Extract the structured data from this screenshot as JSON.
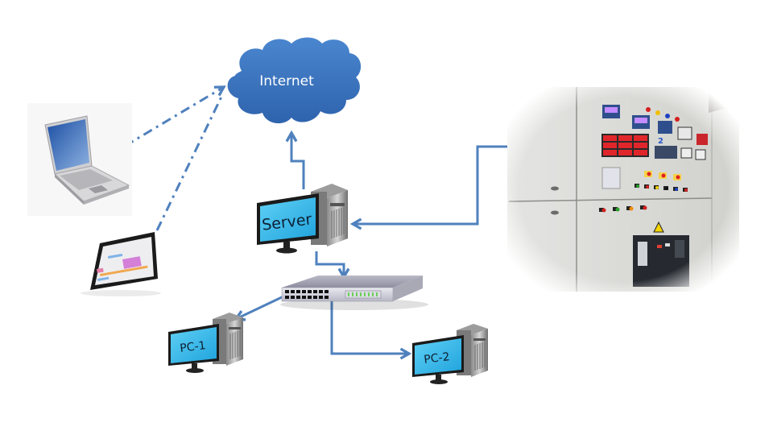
{
  "diagram": {
    "title": "Network monitoring topology",
    "accent_color": "#4f81bd",
    "cloud_color": "#3a74c2",
    "screen_color": "#29b6ea",
    "nodes": {
      "internet": {
        "label": "Internet",
        "type": "cloud-icon"
      },
      "server": {
        "label": "Server",
        "type": "server-computer-icon"
      },
      "switch": {
        "label": "",
        "type": "network-switch-icon"
      },
      "pc1": {
        "label": "PC-1",
        "type": "desktop-computer-icon"
      },
      "pc2": {
        "label": "PC-2",
        "type": "desktop-computer-icon"
      },
      "laptop": {
        "label": "",
        "type": "laptop-icon"
      },
      "tablet": {
        "label": "",
        "type": "tablet-icon"
      },
      "panel": {
        "label": "",
        "type": "electrical-control-panel-photo"
      }
    },
    "connections": [
      {
        "from": "server",
        "to": "internet",
        "style": "solid-arrow"
      },
      {
        "from": "laptop",
        "to": "internet",
        "style": "dash-dot-arrow"
      },
      {
        "from": "tablet",
        "to": "internet",
        "style": "dash-dot-arrow"
      },
      {
        "from": "panel",
        "to": "server",
        "style": "solid-arrow"
      },
      {
        "from": "server",
        "to": "switch",
        "style": "solid-arrow"
      },
      {
        "from": "switch",
        "to": "pc1",
        "style": "solid-arrow"
      },
      {
        "from": "switch",
        "to": "pc2",
        "style": "solid-arrow"
      }
    ]
  }
}
